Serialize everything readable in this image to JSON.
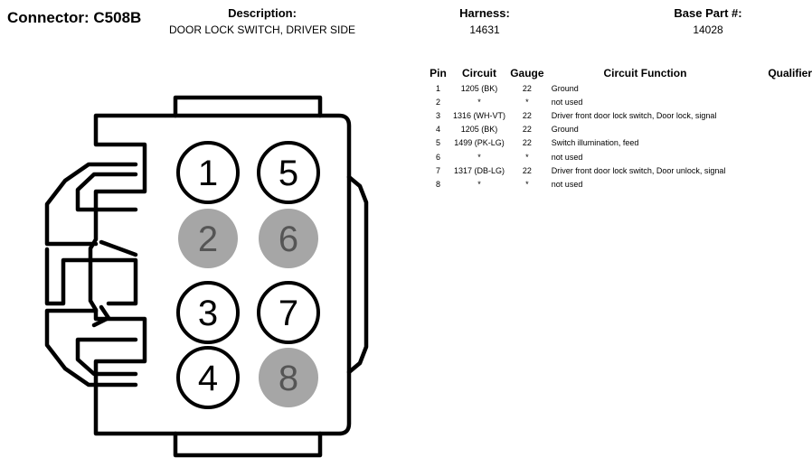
{
  "header": {
    "connector_label": "Connector: C508B",
    "description_label": "Description:",
    "description_value": "DOOR LOCK SWITCH, DRIVER SIDE",
    "harness_label": "Harness:",
    "harness_value": "14631",
    "base_part_label": "Base Part #:",
    "base_part_value": "14028"
  },
  "colors": {
    "used_pin_fill": "#ffffff",
    "unused_pin_fill": "#a6a6a6",
    "unused_pin_text": "#555555",
    "outline": "#000000"
  },
  "connector_pins": [
    {
      "number": "1",
      "used": true
    },
    {
      "number": "5",
      "used": true
    },
    {
      "number": "2",
      "used": false
    },
    {
      "number": "6",
      "used": false
    },
    {
      "number": "3",
      "used": true
    },
    {
      "number": "7",
      "used": true
    },
    {
      "number": "4",
      "used": true
    },
    {
      "number": "8",
      "used": false
    }
  ],
  "table": {
    "headers": {
      "pin": "Pin",
      "circuit": "Circuit",
      "gauge": "Gauge",
      "function": "Circuit Function",
      "qualifier": "Qualifier"
    },
    "rows": [
      {
        "pin": "1",
        "circuit": "1205 (BK)",
        "gauge": "22",
        "function": "Ground",
        "qualifier": ""
      },
      {
        "pin": "2",
        "circuit": "*",
        "gauge": "*",
        "function": "not used",
        "qualifier": ""
      },
      {
        "pin": "3",
        "circuit": "1316 (WH-VT)",
        "gauge": "22",
        "function": "Driver front door lock switch, Door lock, signal",
        "qualifier": ""
      },
      {
        "pin": "4",
        "circuit": "1205 (BK)",
        "gauge": "22",
        "function": "Ground",
        "qualifier": ""
      },
      {
        "pin": "5",
        "circuit": "1499 (PK-LG)",
        "gauge": "22",
        "function": "Switch illumination, feed",
        "qualifier": ""
      },
      {
        "pin": "6",
        "circuit": "*",
        "gauge": "*",
        "function": "not used",
        "qualifier": ""
      },
      {
        "pin": "7",
        "circuit": "1317 (DB-LG)",
        "gauge": "22",
        "function": "Driver front door lock switch, Door unlock, signal",
        "qualifier": ""
      },
      {
        "pin": "8",
        "circuit": "*",
        "gauge": "*",
        "function": "not used",
        "qualifier": ""
      }
    ]
  }
}
